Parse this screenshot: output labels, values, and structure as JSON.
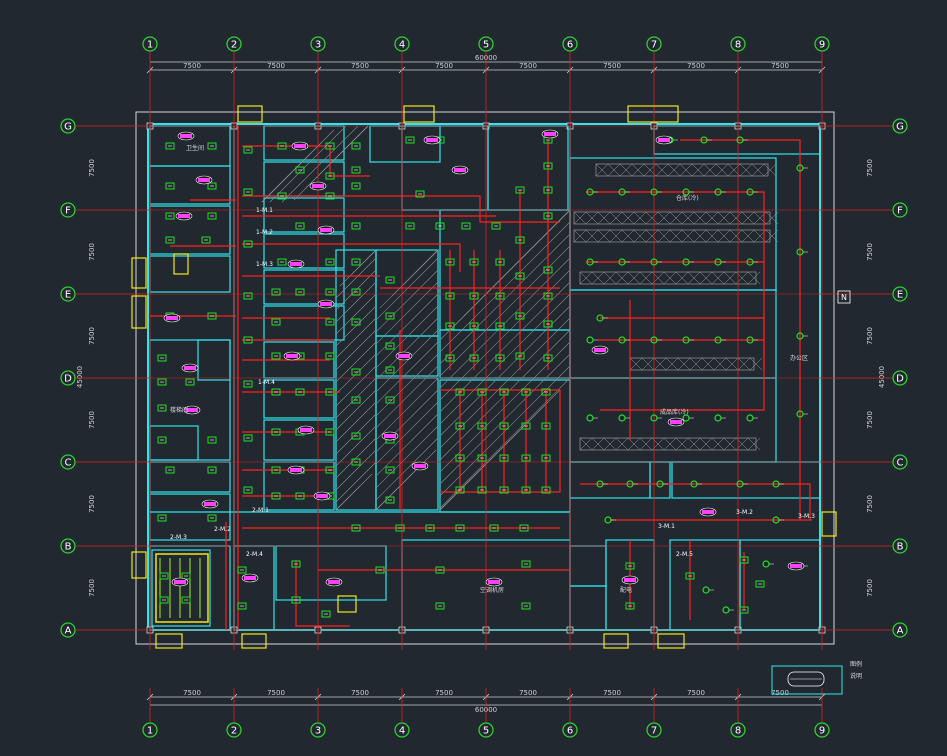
{
  "colors": {
    "background": "#212830",
    "axis_line": "#e02020",
    "grid_bubble": "#2fd12f",
    "wall": "#2fe6ee",
    "partition": "#d8d8d8",
    "pipe": "#ff2020",
    "device": "#22e022",
    "tag": "#ff40ff",
    "dimension": "#cfcfcf",
    "door": "#f2e61a"
  },
  "axes": {
    "columns": [
      "1",
      "2",
      "3",
      "4",
      "5",
      "6",
      "7",
      "8",
      "9"
    ],
    "rows": [
      "G",
      "F",
      "E",
      "D",
      "C",
      "B",
      "A"
    ]
  },
  "dimensions": {
    "bay": "7500",
    "total_horizontal": "60000",
    "total_vertical": "45000"
  },
  "labels": {
    "t1": "1-M.1",
    "t2": "1-M.2",
    "t3": "1-M.3",
    "t4": "2-M.1",
    "t5": "2-M.2",
    "t6": "2-M.3",
    "t7": "2-M.4",
    "t8": "3-M.1",
    "t9": "3-M.2",
    "t10": "3-M.3",
    "t11": "1-M.4",
    "t12": "2-M.5",
    "room_a": "仓库(冷)",
    "room_b": "成品库(冷)",
    "room_c": "空调机房",
    "room_d": "配电",
    "room_e": "楼梯间",
    "room_f": "卫生间",
    "room_g": "办公区"
  },
  "north": "N",
  "legend": {
    "l1": "图例",
    "l2": "说明"
  }
}
